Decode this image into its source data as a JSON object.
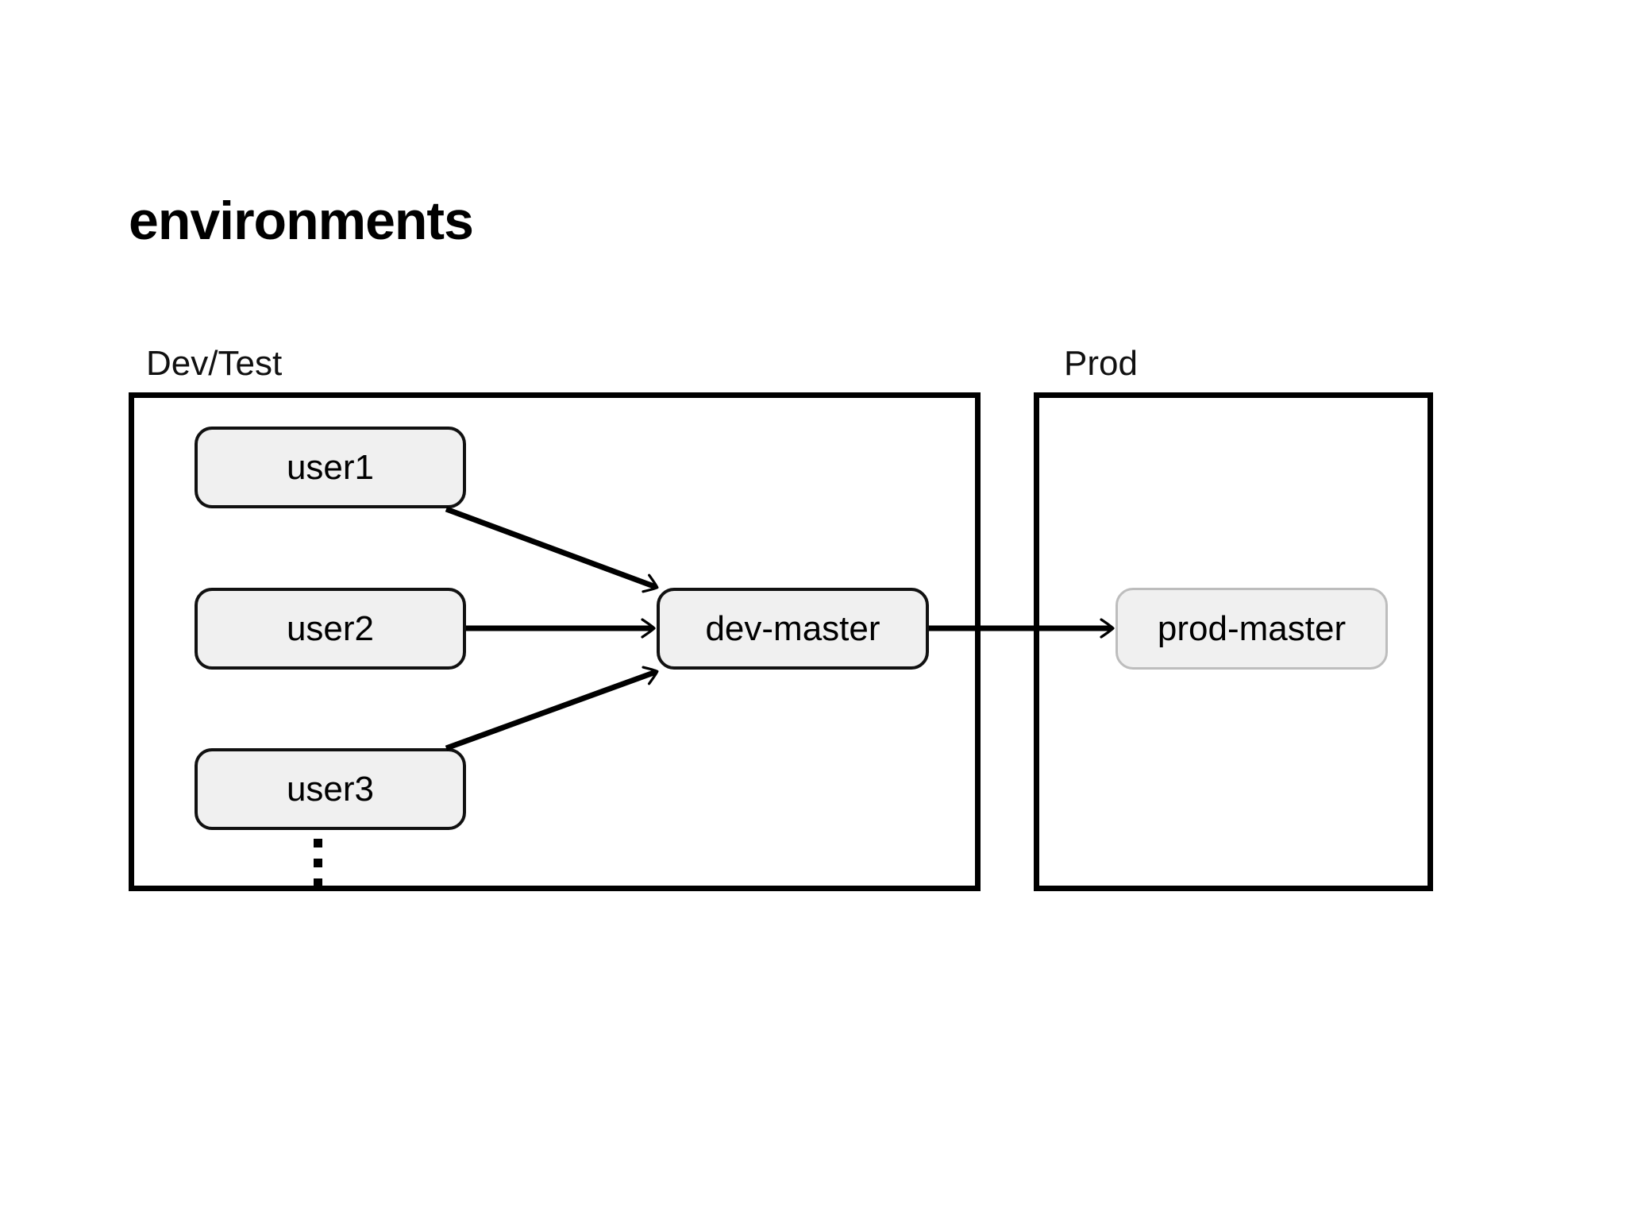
{
  "page": {
    "title": "environments",
    "background_color": "#ffffff",
    "text_color": "#000000"
  },
  "groups": [
    {
      "id": "dev",
      "label": "Dev/Test",
      "border_color": "#000000"
    },
    {
      "id": "prod",
      "label": "Prod",
      "border_color": "#000000"
    }
  ],
  "nodes": [
    {
      "id": "user1",
      "label": "user1",
      "group": "dev",
      "fill": "#f0f0f0",
      "border": "#111111"
    },
    {
      "id": "user2",
      "label": "user2",
      "group": "dev",
      "fill": "#f0f0f0",
      "border": "#111111"
    },
    {
      "id": "user3",
      "label": "user3",
      "group": "dev",
      "fill": "#f0f0f0",
      "border": "#111111"
    },
    {
      "id": "devmaster",
      "label": "dev-master",
      "group": "dev",
      "fill": "#f0f0f0",
      "border": "#111111"
    },
    {
      "id": "prodmaster",
      "label": "prod-master",
      "group": "prod",
      "fill": "#f0f0f0",
      "border": "#bdbdbd"
    }
  ],
  "edges": [
    {
      "id": "user1-devmaster",
      "from": "user1",
      "to": "devmaster",
      "style": "solid-arrow"
    },
    {
      "id": "user2-devmaster",
      "from": "user2",
      "to": "devmaster",
      "style": "solid-arrow"
    },
    {
      "id": "user3-devmaster",
      "from": "user3",
      "to": "devmaster",
      "style": "solid-arrow"
    },
    {
      "id": "devmaster-prodmaster",
      "from": "devmaster",
      "to": "prodmaster",
      "style": "solid-arrow"
    }
  ],
  "annotations": {
    "more_users": "⋮"
  }
}
